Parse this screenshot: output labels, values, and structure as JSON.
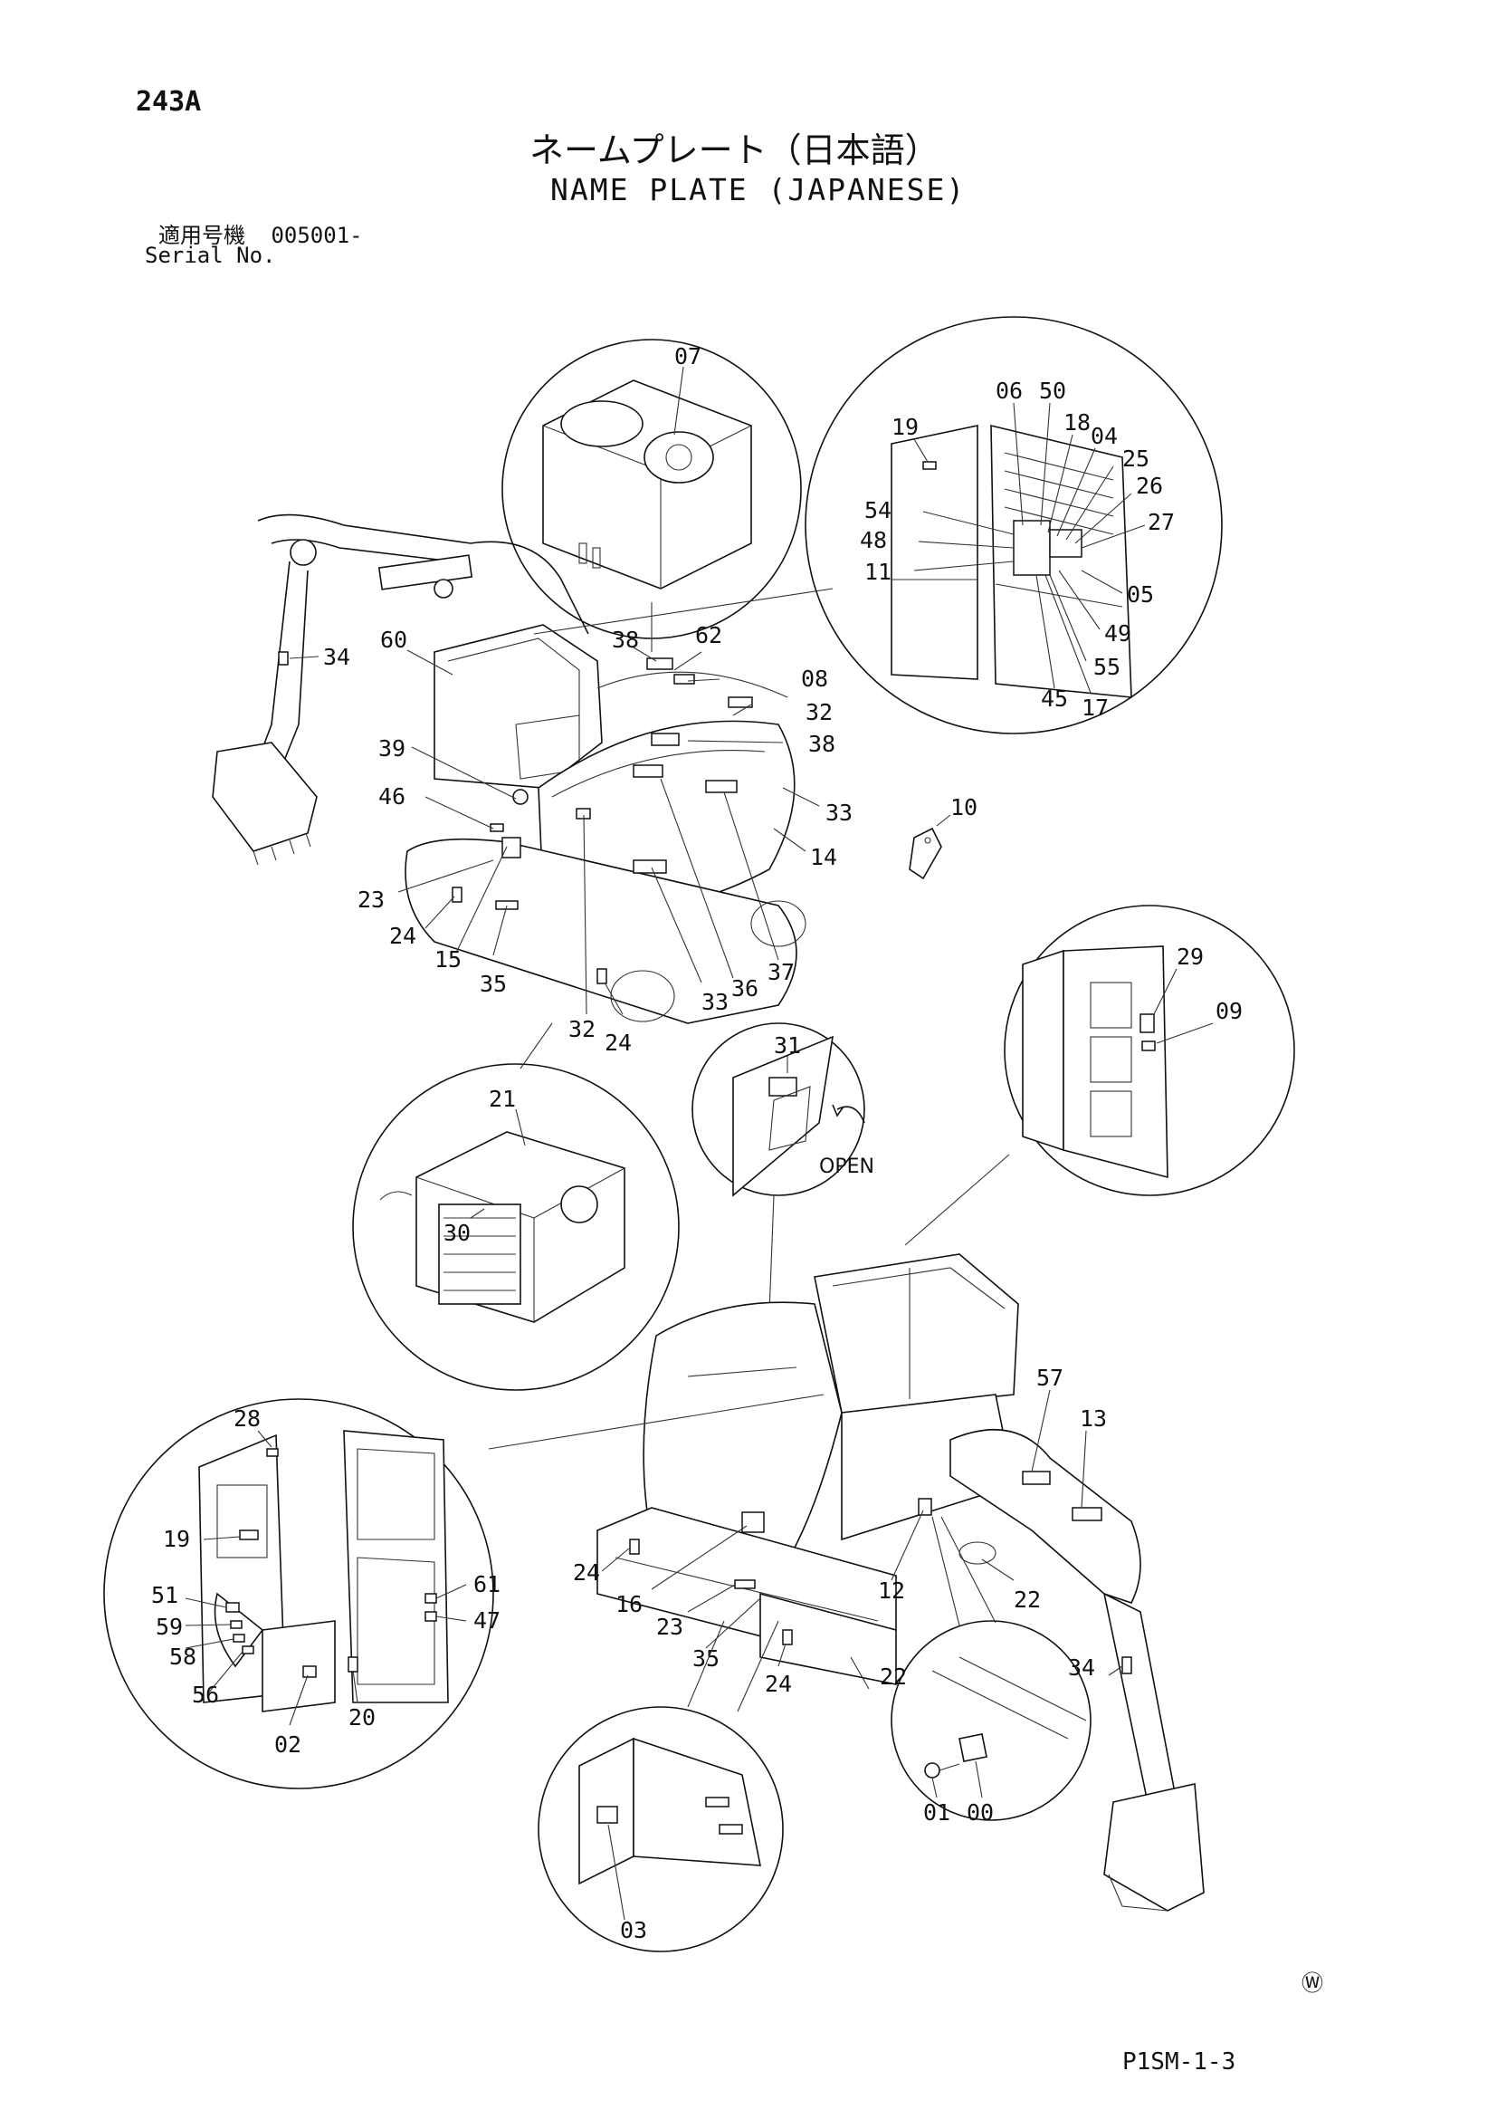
{
  "header": {
    "page_number": "243A",
    "title_jp": "ネームプレート（日本語）",
    "title_en": "NAME PLATE (JAPANESE)",
    "serial_label_jp": "適用号機",
    "serial_value": "005001-",
    "serial_label_en": "Serial No."
  },
  "footer": {
    "watermark": "Ⓦ",
    "doc_code": "P1SM-1-3"
  },
  "callouts": {
    "top_machine": [
      "34",
      "60",
      "38",
      "62",
      "08",
      "32",
      "38",
      "39",
      "46",
      "33",
      "14",
      "23",
      "24",
      "15",
      "35",
      "32",
      "24",
      "33",
      "36",
      "37"
    ],
    "tank_detail": [
      "07"
    ],
    "door_detail": [
      "19",
      "06",
      "50",
      "18",
      "04",
      "25",
      "26",
      "27",
      "54",
      "48",
      "11",
      "05",
      "49",
      "55",
      "45",
      "17"
    ],
    "tag": [
      "10"
    ],
    "engine_detail": [
      "21",
      "30"
    ],
    "cover_detail": [
      "31"
    ],
    "cover_open_label": "OPEN",
    "side_door_detail": [
      "29",
      "09"
    ],
    "cab_interior_detail": [
      "28",
      "19",
      "51",
      "59",
      "58",
      "56",
      "02",
      "20",
      "61",
      "47"
    ],
    "bottom_machine": [
      "57",
      "13",
      "24",
      "16",
      "23",
      "35",
      "12",
      "22",
      "24",
      "22",
      "34"
    ],
    "plate_detail": [
      "01",
      "00"
    ],
    "step_detail": [
      "03"
    ]
  }
}
